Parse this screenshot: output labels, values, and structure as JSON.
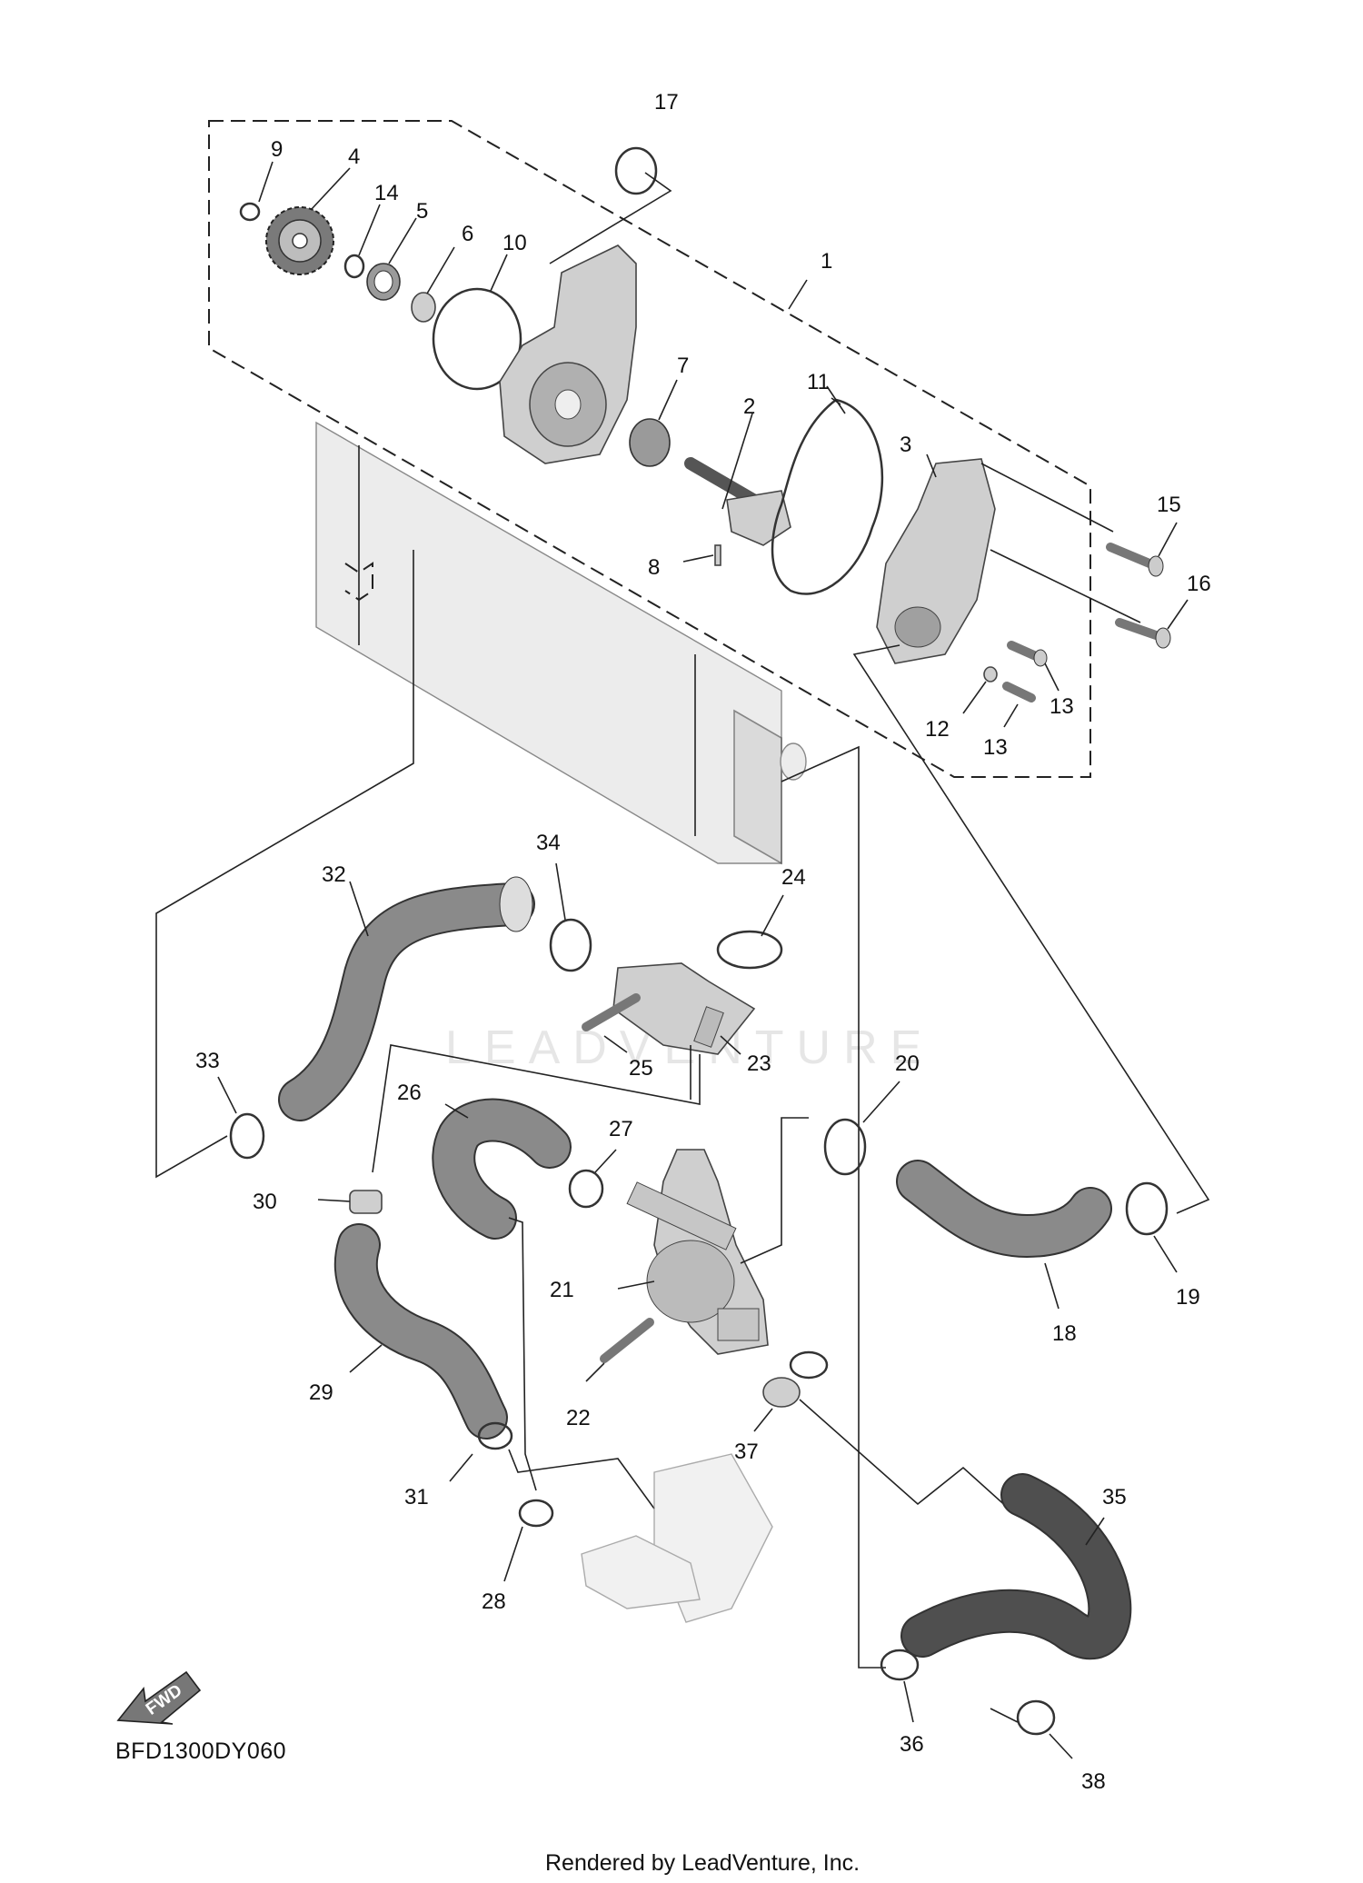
{
  "diagram": {
    "callouts": [
      "1",
      "2",
      "3",
      "4",
      "5",
      "6",
      "7",
      "8",
      "9",
      "10",
      "11",
      "12",
      "13",
      "13",
      "14",
      "15",
      "16",
      "17",
      "18",
      "19",
      "20",
      "21",
      "22",
      "23",
      "24",
      "25",
      "26",
      "27",
      "28",
      "29",
      "30",
      "31",
      "32",
      "33",
      "34",
      "35",
      "36",
      "37",
      "38"
    ],
    "direction_label": "FWD",
    "diagram_code": "BFD1300DY060",
    "watermark": "LEADVENTURE",
    "credit": "Rendered by LeadVenture, Inc."
  }
}
